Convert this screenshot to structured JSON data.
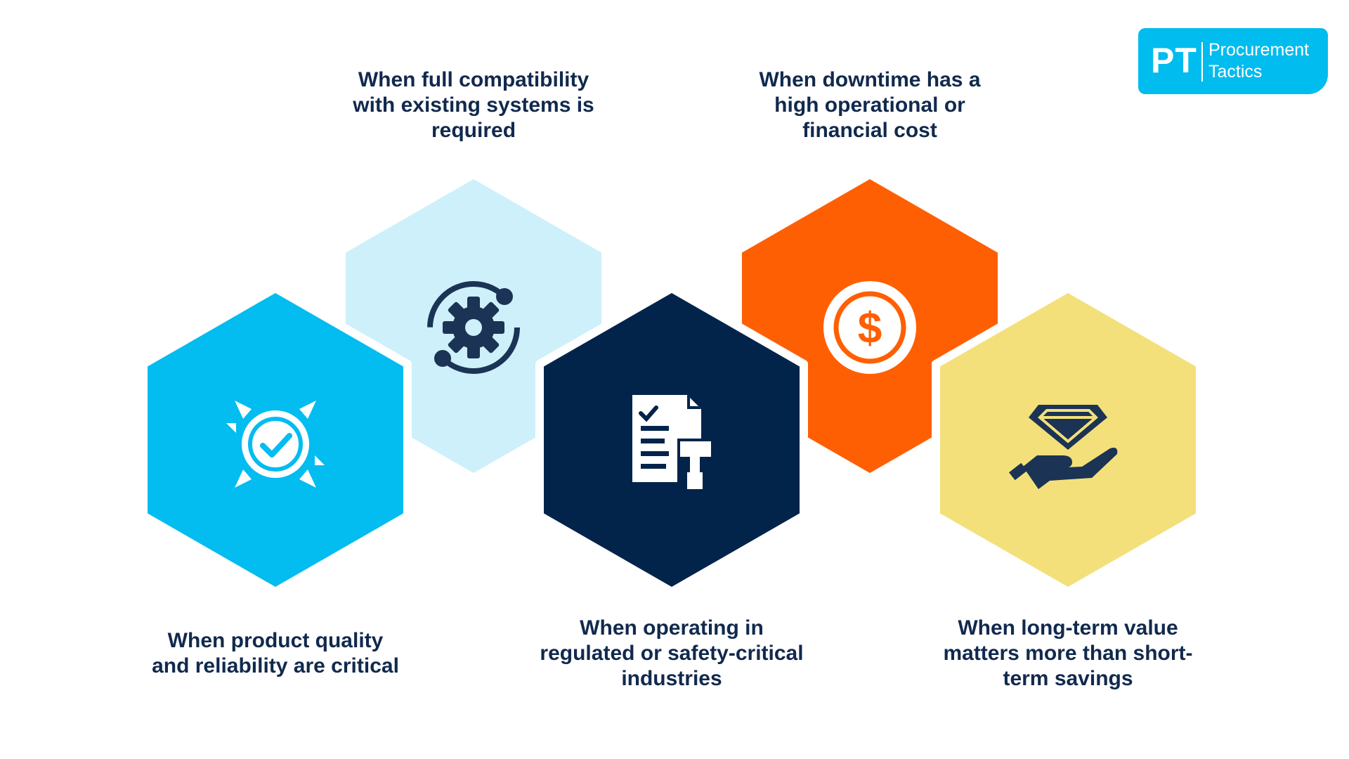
{
  "logo": {
    "mark": "PT",
    "line1": "Procurement",
    "line2": "Tactics"
  },
  "steps": [
    {
      "id": "quality",
      "caption": [
        "When product quality",
        "and reliability are critical"
      ],
      "icon": "quality-badge-icon",
      "color": "#03bcf0"
    },
    {
      "id": "compatibility",
      "caption": [
        "When full compatibility",
        "with existing systems is",
        "required"
      ],
      "icon": "gear-orbit-icon",
      "color": "#cdf0fa"
    },
    {
      "id": "regulated",
      "caption": [
        "When operating in",
        "regulated or safety-critical",
        "industries"
      ],
      "icon": "document-gavel-icon",
      "color": "#02244a"
    },
    {
      "id": "downtime",
      "caption": [
        "When downtime has a",
        "high operational or",
        "financial cost"
      ],
      "icon": "dollar-coin-icon",
      "color": "#ff5f03"
    },
    {
      "id": "value",
      "caption": [
        "When long-term value",
        "matters more than short-",
        "term savings"
      ],
      "icon": "diamond-hand-icon",
      "color": "#f3e07a"
    }
  ],
  "colors": {
    "text": "#11294d",
    "icon_dark": "#1b3354",
    "connector_blue": "#8ee4fb",
    "connector_mid": "#86aedd",
    "connector_orange": "#cb4f08",
    "connector_yellow": "#fbee9d"
  }
}
